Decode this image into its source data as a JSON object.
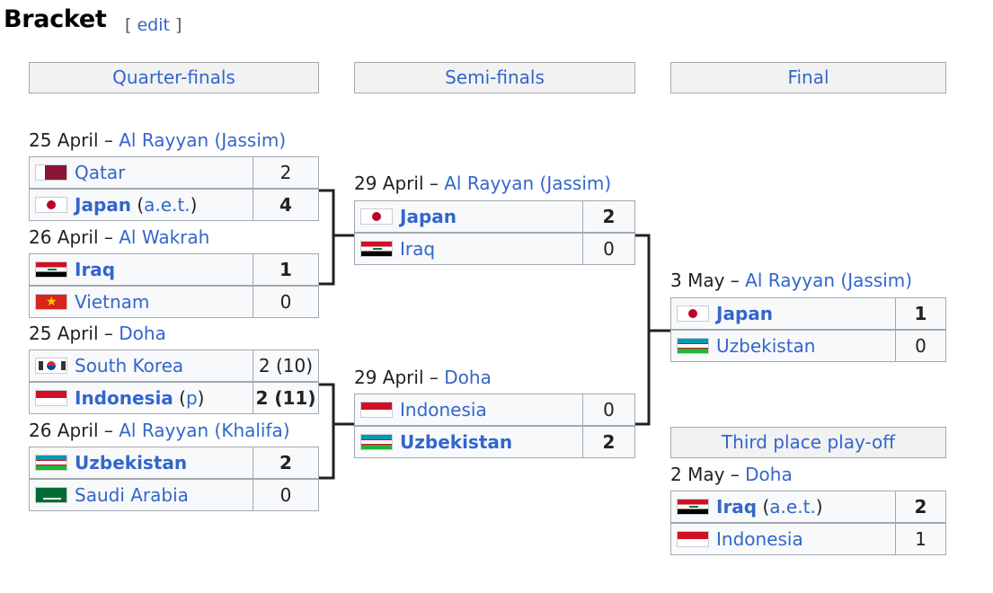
{
  "heading": {
    "title": "Bracket",
    "edit_open": "[ ",
    "edit_label": "edit",
    "edit_close": " ]"
  },
  "rounds": {
    "quarterfinals": "Quarter-finals",
    "semifinals": "Semi-finals",
    "final": "Final",
    "third_place": "Third place play-off"
  },
  "matches": {
    "qf1": {
      "date": "25 April",
      "sep": " – ",
      "venue": "Al Rayyan (Jassim)",
      "teams": [
        {
          "name": "Qatar",
          "flag": "qatar-flag",
          "score": "2",
          "note": ""
        },
        {
          "name": "Japan",
          "flag": "japan-flag",
          "score": "4",
          "note": "a.e.t.",
          "winner": true
        }
      ]
    },
    "qf2": {
      "date": "26 April",
      "sep": " – ",
      "venue": "Al Wakrah",
      "teams": [
        {
          "name": "Iraq",
          "flag": "iraq-flag",
          "score": "1",
          "note": "",
          "winner": true
        },
        {
          "name": "Vietnam",
          "flag": "vietnam-flag",
          "score": "0",
          "note": ""
        }
      ]
    },
    "qf3": {
      "date": "25 April",
      "sep": " – ",
      "venue": "Doha",
      "teams": [
        {
          "name": "South Korea",
          "flag": "south-korea-flag",
          "score": "2 (10)",
          "note": ""
        },
        {
          "name": "Indonesia",
          "flag": "indonesia-flag",
          "score": "2 (11)",
          "note": "p",
          "winner": true
        }
      ]
    },
    "qf4": {
      "date": "26 April",
      "sep": " – ",
      "venue": "Al Rayyan (Khalifa)",
      "teams": [
        {
          "name": "Uzbekistan",
          "flag": "uzbekistan-flag",
          "score": "2",
          "note": "",
          "winner": true
        },
        {
          "name": "Saudi Arabia",
          "flag": "saudi-arabia-flag",
          "score": "0",
          "note": ""
        }
      ]
    },
    "sf1": {
      "date": "29 April",
      "sep": " – ",
      "venue": "Al Rayyan (Jassim)",
      "teams": [
        {
          "name": "Japan",
          "flag": "japan-flag",
          "score": "2",
          "note": "",
          "winner": true
        },
        {
          "name": "Iraq",
          "flag": "iraq-flag",
          "score": "0",
          "note": ""
        }
      ]
    },
    "sf2": {
      "date": "29 April",
      "sep": " – ",
      "venue": "Doha",
      "teams": [
        {
          "name": "Indonesia",
          "flag": "indonesia-flag",
          "score": "0",
          "note": ""
        },
        {
          "name": "Uzbekistan",
          "flag": "uzbekistan-flag",
          "score": "2",
          "note": "",
          "winner": true
        }
      ]
    },
    "final": {
      "date": "3 May",
      "sep": " – ",
      "venue": "Al Rayyan (Jassim)",
      "teams": [
        {
          "name": "Japan",
          "flag": "japan-flag",
          "score": "1",
          "note": "",
          "winner": true
        },
        {
          "name": "Uzbekistan",
          "flag": "uzbekistan-flag",
          "score": "0",
          "note": ""
        }
      ]
    },
    "third": {
      "date": "2 May",
      "sep": " – ",
      "venue": "Doha",
      "teams": [
        {
          "name": "Iraq",
          "flag": "iraq-flag",
          "score": "2",
          "note": "a.e.t.",
          "winner": true
        },
        {
          "name": "Indonesia",
          "flag": "indonesia-flag",
          "score": "1",
          "note": ""
        }
      ]
    }
  },
  "colors": {
    "link": "#3366cc",
    "header_bg": "#f2f2f2",
    "cell_bg": "#f8f9fa",
    "border": "#a2a9b1"
  }
}
